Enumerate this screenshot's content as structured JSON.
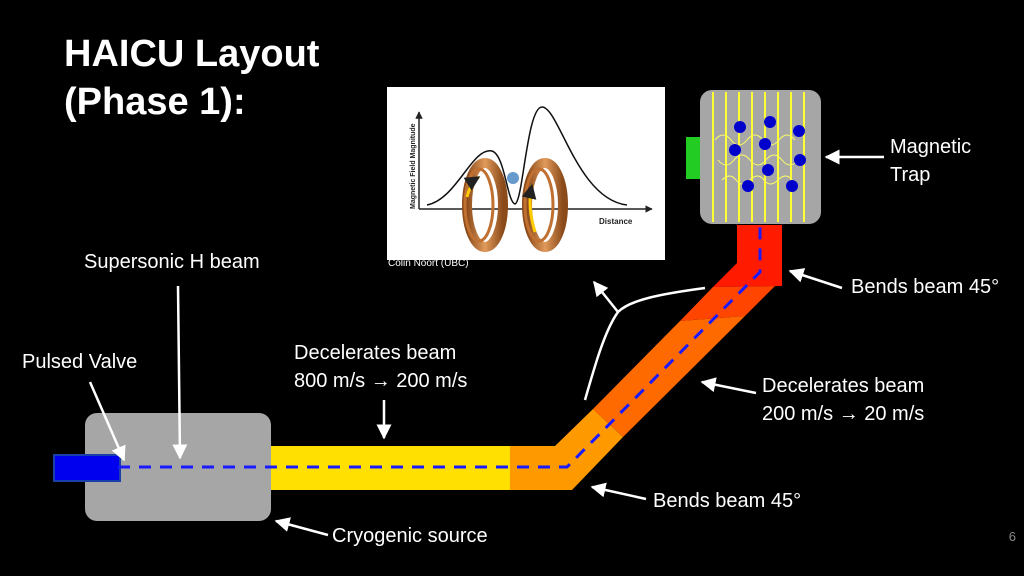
{
  "slide": {
    "title_line1": "HAICU Layout",
    "title_line2": "(Phase 1):",
    "page_number": "6"
  },
  "labels": {
    "magnetic_trap_line1": "Magnetic",
    "magnetic_trap_line2": "Trap",
    "supersonic_beam": "Supersonic H beam",
    "pulsed_valve": "Pulsed Valve",
    "decel1_line1": "Decelerates beam",
    "decel1_line2": "800 m/s → 200 m/s",
    "bend_upper": "Bends beam 45°",
    "decel2_line1": "Decelerates beam",
    "decel2_line2": "200 m/s → 20 m/s",
    "bend_lower": "Bends beam 45°",
    "cryogenic_source": "Cryogenic source"
  },
  "inset": {
    "ylabel": "Magnetic Field Magnitude",
    "xlabel": "Distance",
    "credit": "Colin Noort (UBC)"
  },
  "colors": {
    "background": "#000000",
    "source_box": "#a6a6a6",
    "valve": "#0000ee",
    "decel_yellow": "#ffe000",
    "bend_orange": "#ff9900",
    "decel_orange": "#ff6a00",
    "decel_redorange": "#ff4500",
    "bend_red": "#ff1a00",
    "beam_dash": "#1a1aff",
    "trap_box": "#a6a6a6",
    "trap_lines": "#ffff33",
    "atoms": "#0000cc",
    "trap_green": "#22cc22"
  }
}
